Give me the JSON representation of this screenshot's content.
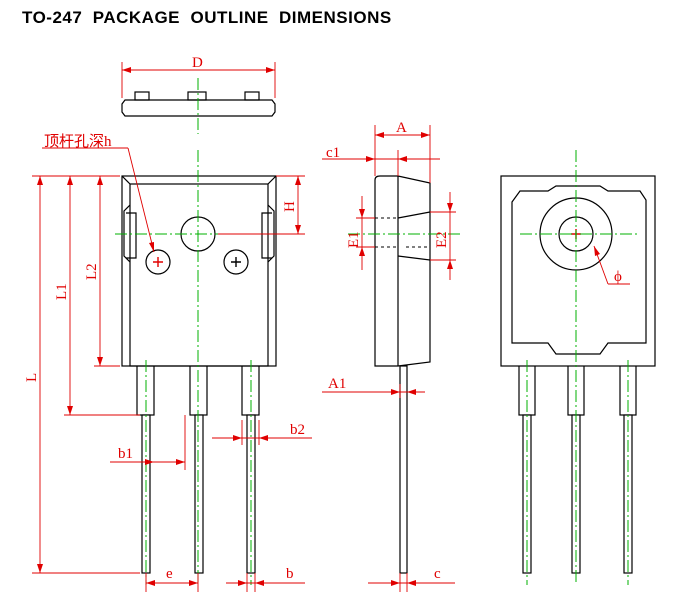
{
  "title": "TO-247  PACKAGE  OUTLINE  DIMENSIONS",
  "labels": {
    "D": "D",
    "A": "A",
    "c1": "c1",
    "H": "H",
    "E1": "E1",
    "E2": "E2",
    "L": "L",
    "L1": "L1",
    "L2": "L2",
    "A1": "A1",
    "b1": "b1",
    "b2": "b2",
    "e": "e",
    "b": "b",
    "c": "c",
    "phi": "ϕ",
    "ejector_pin": "顶杆孔深h"
  },
  "colors": {
    "outline": "#000000",
    "dimension": "#e00000",
    "centerline": "#00b000"
  }
}
